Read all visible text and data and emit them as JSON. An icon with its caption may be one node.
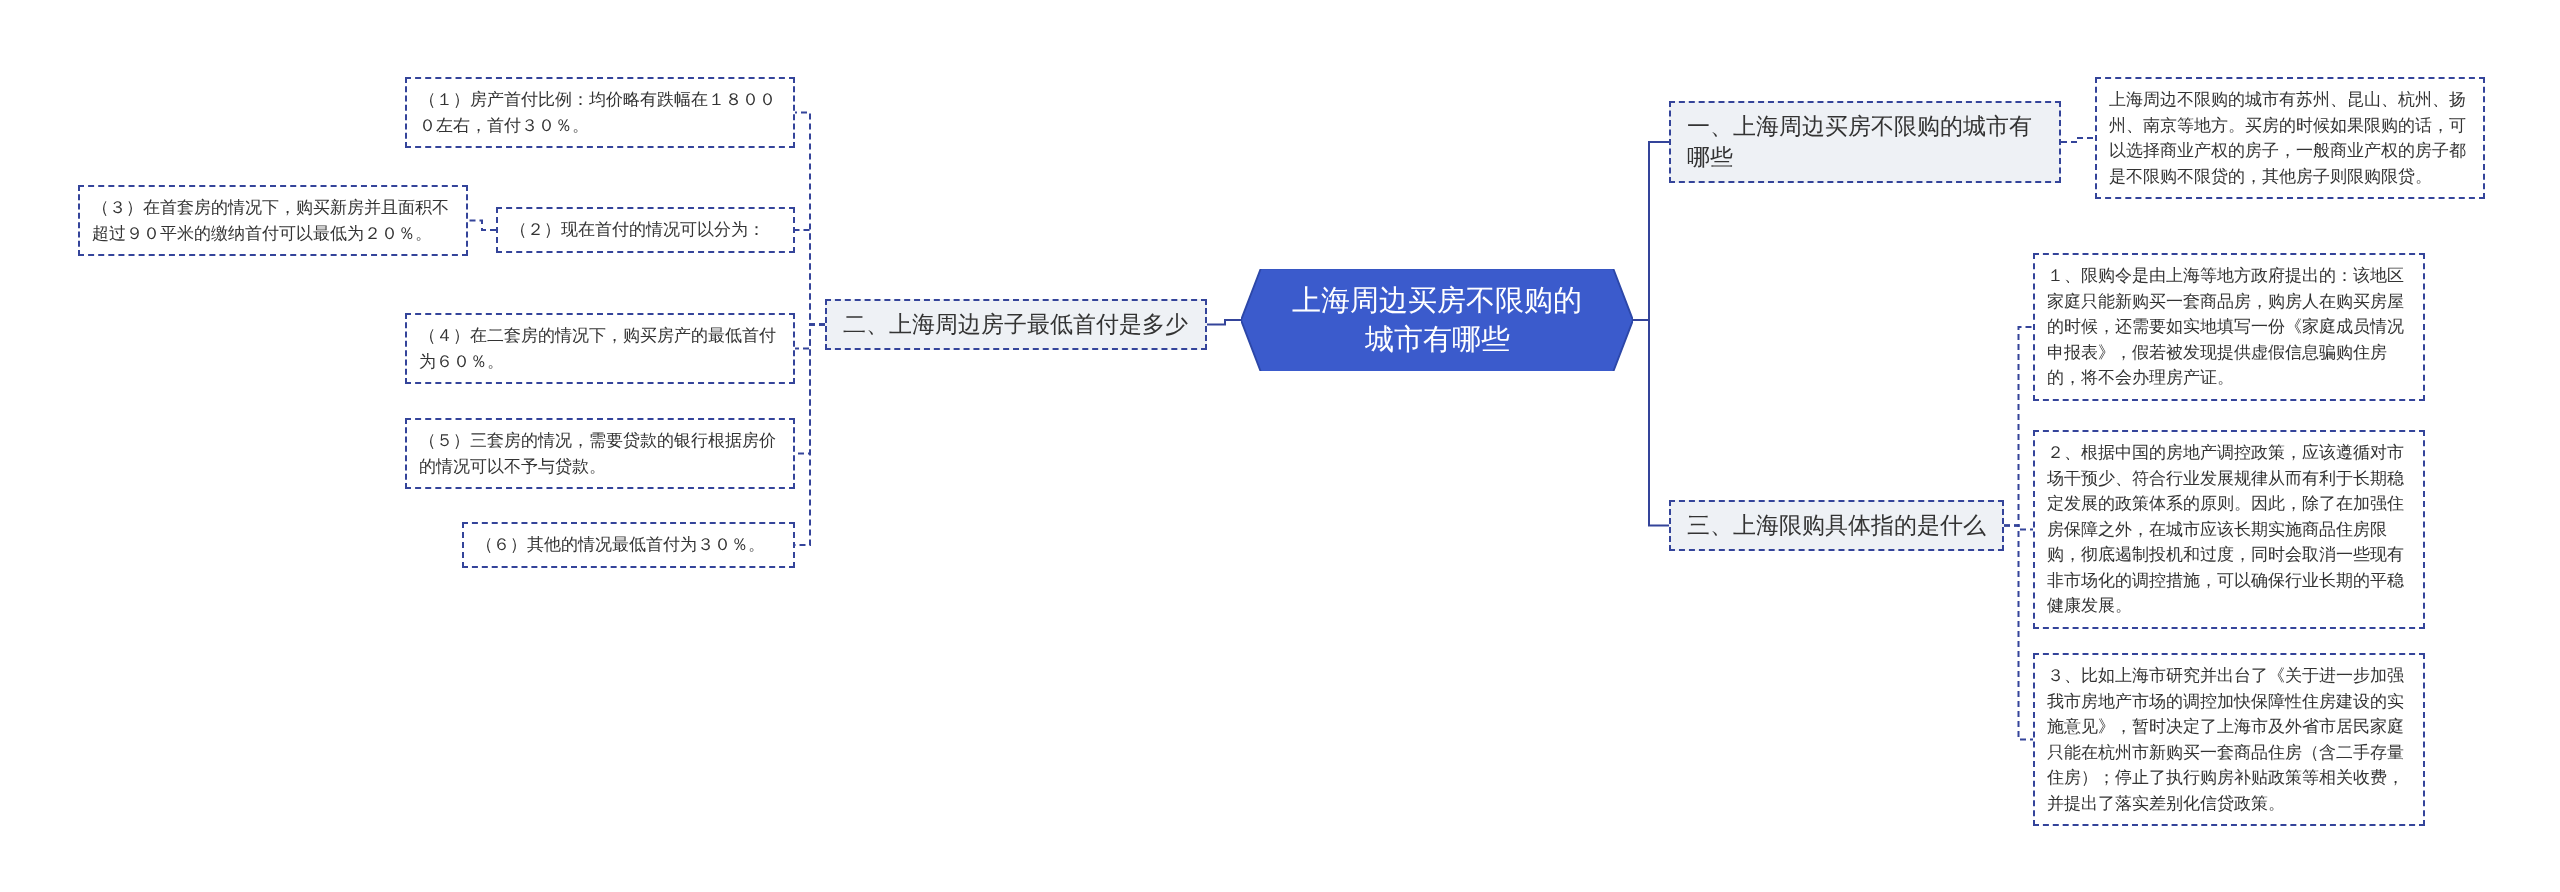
{
  "diagram": {
    "nodes": [
      {
        "text": [
          "上海周边买房不限购的城市有哪些"
        ]
      },
      {
        "text": [
          "一、上海周边买房不限购的城市有哪些"
        ]
      },
      {
        "text": [
          "上海周边不限购的城市有苏州、昆山、杭州、扬州、南京等地方。买房的时候如果限购的话，可以选择商业产权的房子，一般商业产权的房子都是不限购不限贷的，其他房子则限购限贷。"
        ]
      },
      {
        "text": [
          "三、上海限购具体指的是什么"
        ]
      },
      {
        "text": [
          "１、限购令是由上海等地方政府提出的：该地区家庭只能新购买一套商品房，购房人在购买房屋的时候，还需要如实地填写一份《家庭成员情况申报表》，假若被发现提供虚假信息骗购住房的，将不会办理房产证。"
        ]
      },
      {
        "text": [
          "２、根据中国的房地产调控政策，应该遵循对市场干预少、符合行业发展规律从而有利于长期稳定发展的政策体系的原则。因此，除了在加强住房保障之外，在城市应该长期实施商品住房限购，彻底遏制投机和过度，同时会取消一些现有非市场化的调控措施，可以确保行业长期的平稳健康发展。"
        ]
      },
      {
        "text": [
          "３、比如上海市研究并出台了《关于进一步加强我市房地产市场的调控加快保障性住房建设的实施意见》，暂时决定了上海市及外省市居民家庭只能在杭州市新购买一套商品住房（含二手存量住房）；停止了执行购房补贴政策等相关收费，并提出了落实差别化信贷政策。"
        ]
      },
      {
        "text": [
          "二、上海周边房子最低首付是多少"
        ]
      },
      {
        "text": [
          "（１）房产首付比例：均价略有跌幅在１８０００左右，首付３０％。"
        ]
      },
      {
        "text": [
          "（２）现在首付的情况可以分为："
        ]
      },
      {
        "text": [
          "（３）在首套房的情况下，购买新房并且面积不超过９０平米的缴纳首付可以最低为２０％。"
        ]
      },
      {
        "text": [
          "（４）在二套房的情况下，购买房产的最低首付为６０％。"
        ]
      },
      {
        "text": [
          "（５）三套房的情况，需要贷款的银行根据房价的情况可以不予与贷款。"
        ]
      },
      {
        "text": [
          "（６）其他的情况最低首付为３０％。"
        ]
      }
    ],
    "edges": [
      {
        "from": 0,
        "to": 1,
        "arrow": "none"
      },
      {
        "from": 1,
        "to": 2,
        "arrow": "none",
        "style": "dashed"
      },
      {
        "from": 0,
        "to": 3,
        "arrow": "none"
      },
      {
        "from": 3,
        "to": 4,
        "arrow": "none",
        "style": "dashed"
      },
      {
        "from": 3,
        "to": 5,
        "arrow": "none",
        "style": "dashed"
      },
      {
        "from": 3,
        "to": 6,
        "arrow": "none",
        "style": "dashed"
      },
      {
        "from": 0,
        "to": 7,
        "arrow": "none"
      },
      {
        "from": 7,
        "to": 8,
        "arrow": "none",
        "style": "dashed"
      },
      {
        "from": 7,
        "to": 9,
        "arrow": "none",
        "style": "dashed"
      },
      {
        "from": 9,
        "to": 10,
        "arrow": "none",
        "style": "dashed"
      },
      {
        "from": 7,
        "to": 11,
        "arrow": "none",
        "style": "dashed"
      },
      {
        "from": 7,
        "to": 12,
        "arrow": "none",
        "style": "dashed"
      },
      {
        "from": 7,
        "to": 13,
        "arrow": "none",
        "style": "dashed"
      }
    ]
  }
}
